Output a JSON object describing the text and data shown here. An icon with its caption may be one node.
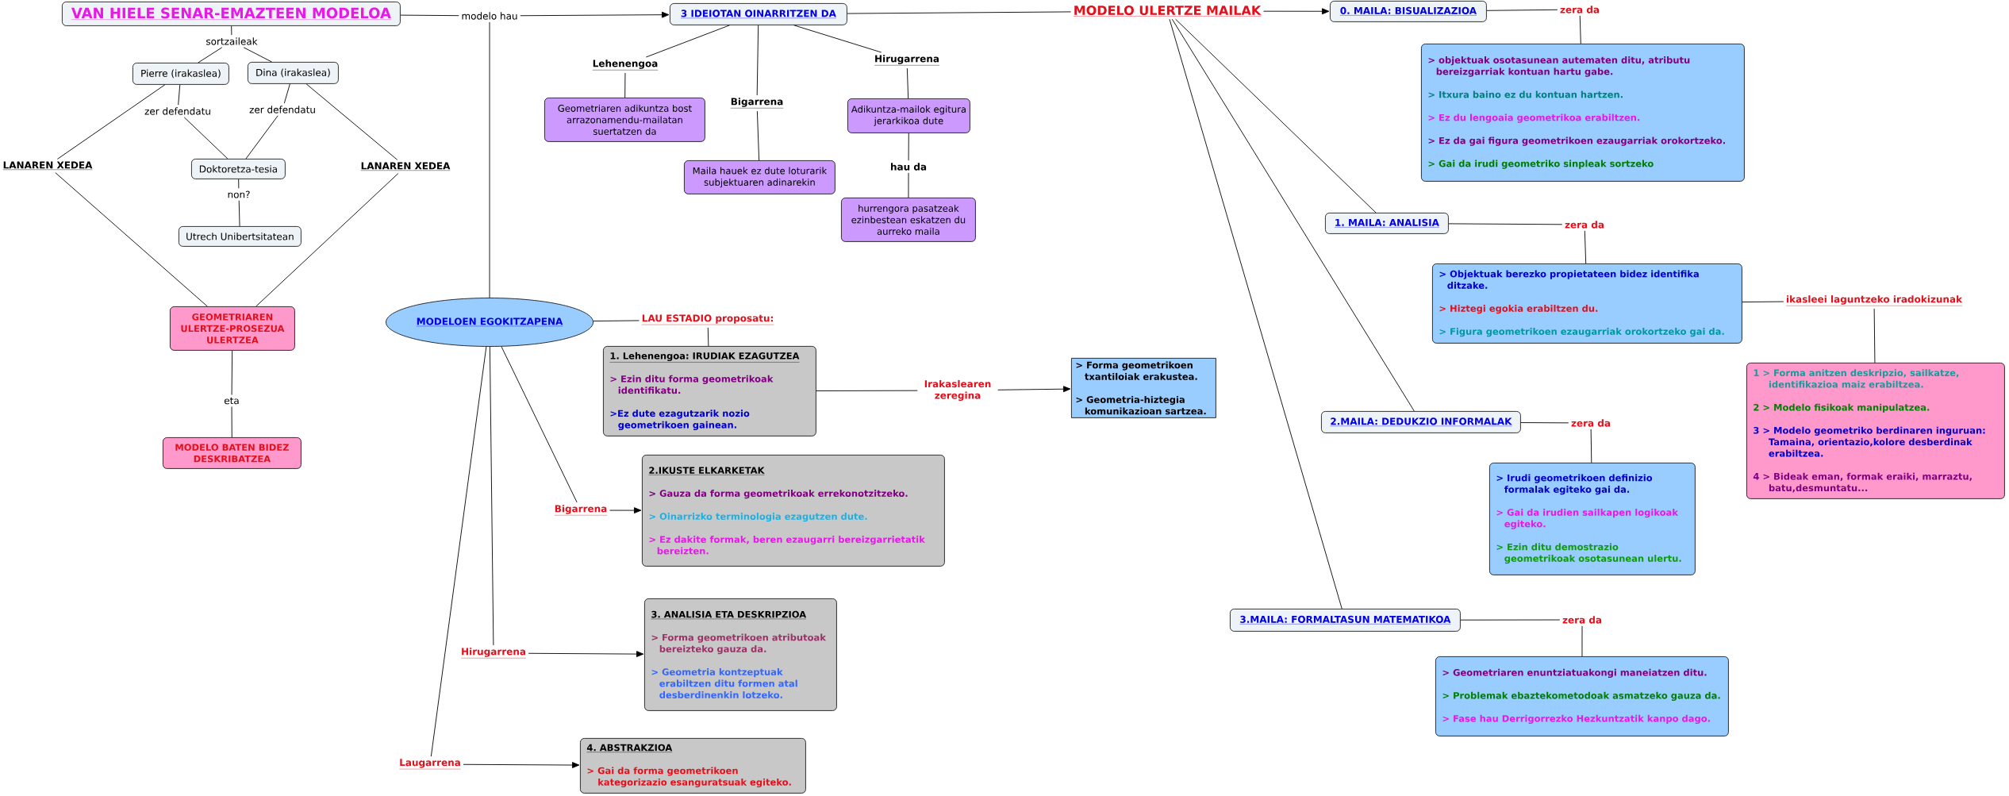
{
  "diagram": {
    "nodes": [
      {
        "text": [
          "VAN HIELE SENAR-EMAZTEEN MODELOA"
        ]
      },
      {
        "text": [
          "modelo hau"
        ]
      },
      {
        "text": [
          "sortzaileak"
        ]
      },
      {
        "text": [
          "Pierre (irakaslea)"
        ]
      },
      {
        "text": [
          "Dina (irakaslea)"
        ]
      },
      {
        "text": [
          "zer defendatu"
        ]
      },
      {
        "text": [
          "zer defendatu"
        ]
      },
      {
        "text": [
          "LANAREN XEDEA"
        ]
      },
      {
        "text": [
          "LANAREN XEDEA"
        ]
      },
      {
        "text": [
          "Doktoretza-tesia"
        ]
      },
      {
        "text": [
          "non?"
        ]
      },
      {
        "text": [
          "Utrech Unibertsitatean"
        ]
      },
      {
        "text": [
          "GEOMETRIAREN ULERTZE-PROSEZUA ULERTZEA"
        ]
      },
      {
        "text": [
          "eta"
        ]
      },
      {
        "text": [
          "MODELO BATEN BIDEZ DESKRIBATZEA"
        ]
      },
      {
        "text": [
          "3 IDEIOTAN OINARRITZEN DA"
        ]
      },
      {
        "text": [
          "Lehenengoa"
        ]
      },
      {
        "text": [
          "Bigarrena"
        ]
      },
      {
        "text": [
          "Hirugarrena"
        ]
      },
      {
        "text": [
          "Geometriaren adikuntza bost arrazonamendu-mailatan suertatzen da"
        ]
      },
      {
        "text": [
          "Maila hauek ez dute loturarik subjektuaren adinarekin"
        ]
      },
      {
        "text": [
          "Adikuntza-mailok egitura jerarkikoa dute"
        ]
      },
      {
        "text": [
          "hau da"
        ]
      },
      {
        "text": [
          "hurrengora pasatzeak ezinbestean eskatzen du aurreko maila"
        ]
      },
      {
        "text": [
          "MODELOEN EGOKITZAPENA"
        ]
      },
      {
        "text": [
          "LAU ESTADIO proposatu:"
        ]
      },
      {
        "text": [
          "1. Lehenengoa: IRUDIAK EZAGUTZEA",
          "> Ezin ditu forma geometrikoak identifikatu.",
          ">Ez dute ezagutzarik nozio geometrikoen gainean."
        ]
      },
      {
        "text": [
          "Irakaslearen zeregina"
        ]
      },
      {
        "text": [
          "> Forma geometrikoen txantiloiak erakustea.",
          "> Geometria-hiztegia komunikazioan sartzea."
        ]
      },
      {
        "text": [
          "Bigarrena"
        ]
      },
      {
        "text": [
          "2.IKUSTE ELKARKETAK",
          "> Gauza da forma geometrikoak errekonotzitzeko.",
          "> Oinarrizko terminologia ezagutzen dute.",
          "> Ez dakite formak, beren ezaugarri bereizgarrietatik bereizten."
        ]
      },
      {
        "text": [
          "Hirugarrena"
        ]
      },
      {
        "text": [
          "3. ANALISIA ETA DESKRIPZIOA",
          "> Forma geometrikoen atributoak bereizteko gauza da.",
          "> Geometria kontzeptuak erabiltzen ditu formen atal desberdinenkin lotzeko."
        ]
      },
      {
        "text": [
          "Laugarrena"
        ]
      },
      {
        "text": [
          "4. ABSTRAKZIOA",
          "> Gai da forma geometrikoen kategorizazio esanguratsuak egiteko."
        ]
      },
      {
        "text": [
          "MODELO ULERTZE MAILAK"
        ]
      },
      {
        "text": [
          "0. MAILA: BISUALIZAZIOA"
        ]
      },
      {
        "text": [
          "zera da"
        ]
      },
      {
        "text": [
          "> objektuak osotasunean autematen ditu, atributu bereizgarriak kontuan hartu gabe.",
          "> Itxura baino ez du kontuan hartzen.",
          "> Ez du lengoaia geometrikoa erabiltzen.",
          "> Ez da gai figura geometrikoen ezaugarriak orokortzeko.",
          "> Gai da irudi geometriko sinpleak sortzeko"
        ]
      },
      {
        "text": [
          "1. MAILA: ANALISIA"
        ]
      },
      {
        "text": [
          "zera da"
        ]
      },
      {
        "text": [
          "> Objektuak berezko propietateen bidez identifika ditzake.",
          "> Hiztegi egokia erabiltzen du.",
          "> Figura geometrikoen ezaugarriak orokortzeko gai da."
        ]
      },
      {
        "text": [
          "ikasleei laguntzeko iradokizunak"
        ]
      },
      {
        "text": [
          "1 > Forma anitzen deskripzio, sailkatze, identifikazioa maiz erabiltzea.",
          "2 > Modelo fisikoak manipulatzea.",
          "3 > Modelo geometriko berdinaren inguruan: Tamaina, orientazio,kolore desberdinak erabiltzea.",
          "4 > Bideak eman, formak eraiki, marraztu, batu,desmuntatu..."
        ]
      },
      {
        "text": [
          "2.MAILA: DEDUKZIO INFORMALAK"
        ]
      },
      {
        "text": [
          "zera da"
        ]
      },
      {
        "text": [
          "> Irudi geometrikoen definizio formalak egiteko gai da.",
          "> Gai da irudien sailkapen logikoak egiteko.",
          "> Ezin ditu demostrazio geometrikoak osotasunean ulertu."
        ]
      },
      {
        "text": [
          "3.MAILA: FORMALTASUN MATEMATIKOA"
        ]
      },
      {
        "text": [
          "zera da"
        ]
      },
      {
        "text": [
          "> Geometriaren enuntziatuakongi maneiatzen ditu.",
          "> Problemak ebaztekometodoak asmatzeko gauza da.",
          "> Fase hau Derrigorrezko Hezkuntzatik kanpo dago."
        ]
      }
    ],
    "edges": [
      {
        "from": 0,
        "to": 1,
        "arrow": "none"
      },
      {
        "from": 1,
        "to": 15,
        "arrow": "to"
      },
      {
        "from": 1,
        "to": 24,
        "arrow": "none"
      },
      {
        "from": 0,
        "to": 2,
        "arrow": "none"
      },
      {
        "from": 2,
        "to": 3,
        "arrow": "none"
      },
      {
        "from": 2,
        "to": 4,
        "arrow": "none"
      },
      {
        "from": 3,
        "to": 5,
        "arrow": "none"
      },
      {
        "from": 5,
        "to": 9,
        "arrow": "none"
      },
      {
        "from": 4,
        "to": 6,
        "arrow": "none"
      },
      {
        "from": 6,
        "to": 9,
        "arrow": "none"
      },
      {
        "from": 3,
        "to": 7,
        "arrow": "none"
      },
      {
        "from": 7,
        "to": 12,
        "arrow": "none"
      },
      {
        "from": 4,
        "to": 8,
        "arrow": "none"
      },
      {
        "from": 8,
        "to": 12,
        "arrow": "none"
      },
      {
        "from": 9,
        "to": 10,
        "arrow": "none"
      },
      {
        "from": 10,
        "to": 11,
        "arrow": "none"
      },
      {
        "from": 12,
        "to": 13,
        "arrow": "none"
      },
      {
        "from": 13,
        "to": 14,
        "arrow": "none"
      },
      {
        "from": 15,
        "to": 16,
        "arrow": "none"
      },
      {
        "from": 16,
        "to": 19,
        "arrow": "none"
      },
      {
        "from": 15,
        "to": 17,
        "arrow": "none"
      },
      {
        "from": 17,
        "to": 20,
        "arrow": "none"
      },
      {
        "from": 15,
        "to": 18,
        "arrow": "none"
      },
      {
        "from": 18,
        "to": 21,
        "arrow": "none"
      },
      {
        "from": 21,
        "to": 22,
        "arrow": "none"
      },
      {
        "from": 22,
        "to": 23,
        "arrow": "none"
      },
      {
        "from": 15,
        "to": 35,
        "arrow": "none"
      },
      {
        "from": 24,
        "to": 25,
        "arrow": "none"
      },
      {
        "from": 25,
        "to": 26,
        "arrow": "none"
      },
      {
        "from": 26,
        "to": 27,
        "arrow": "none"
      },
      {
        "from": 27,
        "to": 28,
        "arrow": "to"
      },
      {
        "from": 24,
        "to": 29,
        "arrow": "none"
      },
      {
        "from": 29,
        "to": 30,
        "arrow": "to"
      },
      {
        "from": 24,
        "to": 31,
        "arrow": "none"
      },
      {
        "from": 31,
        "to": 32,
        "arrow": "to"
      },
      {
        "from": 24,
        "to": 33,
        "arrow": "none"
      },
      {
        "from": 33,
        "to": 34,
        "arrow": "to"
      },
      {
        "from": 35,
        "to": 36,
        "arrow": "to"
      },
      {
        "from": 35,
        "to": 39,
        "arrow": "none"
      },
      {
        "from": 35,
        "to": 44,
        "arrow": "none"
      },
      {
        "from": 35,
        "to": 47,
        "arrow": "none"
      },
      {
        "from": 36,
        "to": 37,
        "arrow": "none"
      },
      {
        "from": 37,
        "to": 38,
        "arrow": "none"
      },
      {
        "from": 39,
        "to": 40,
        "arrow": "none"
      },
      {
        "from": 40,
        "to": 41,
        "arrow": "none"
      },
      {
        "from": 41,
        "to": 42,
        "arrow": "none"
      },
      {
        "from": 42,
        "to": 43,
        "arrow": "none"
      },
      {
        "from": 44,
        "to": 45,
        "arrow": "none"
      },
      {
        "from": 45,
        "to": 46,
        "arrow": "none"
      },
      {
        "from": 47,
        "to": 48,
        "arrow": "none"
      },
      {
        "from": 48,
        "to": 49,
        "arrow": "none"
      }
    ]
  }
}
